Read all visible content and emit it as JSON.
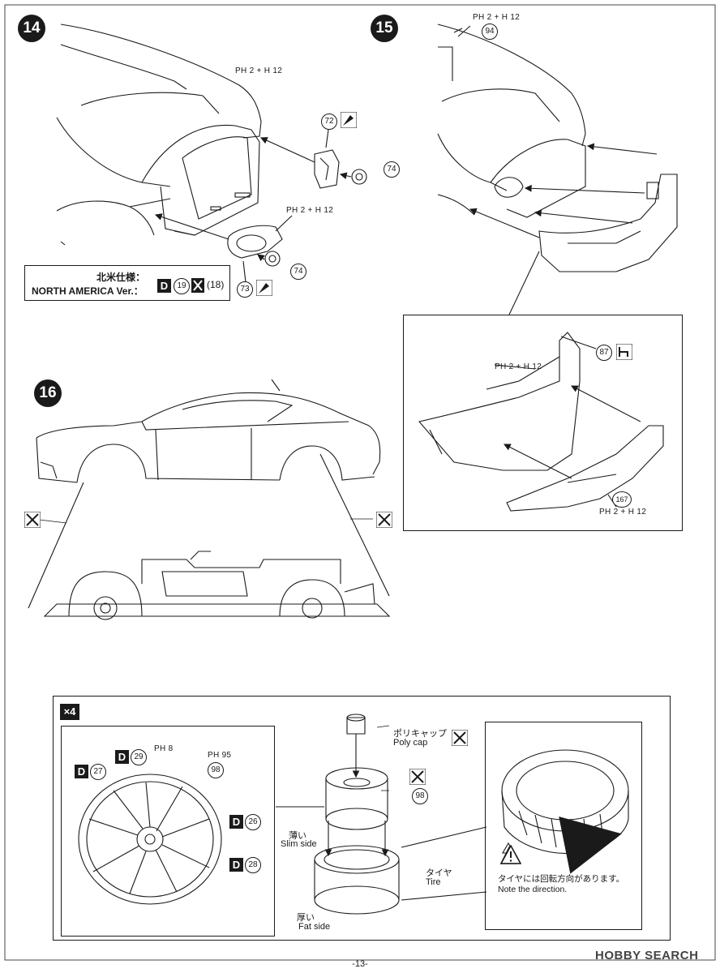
{
  "steps": [
    "14",
    "15",
    "16"
  ],
  "step14": {
    "paint_top": "PH 2 + H 12",
    "paint_mid": "PH 2 + H 12",
    "part_72": "72",
    "part_74a": "74",
    "part_74b": "74",
    "part_73": "73"
  },
  "north_america": {
    "label_jp": "北米仕様：",
    "label_en": "NORTH AMERICA Ver.：",
    "d_letter": "D",
    "part_a": "19",
    "part_b": "(18)"
  },
  "step15": {
    "paint_top": "PH 2 + H 12",
    "part_94": "94",
    "paint_bumper": "PH 2 + H 12",
    "part_87": "87",
    "part_167": "167",
    "paint_diffuser": "PH 2 + H 12"
  },
  "wheel": {
    "multiplier": "×4",
    "d_letter": "D",
    "part_27": "27",
    "part_29": "29",
    "part_26": "26",
    "part_28": "28",
    "paint_8": "PH 8",
    "paint_95": "PH 95",
    "part_98a": "98",
    "part_98b": "98",
    "polycap_jp": "ポリキャップ",
    "polycap_en": "Poly cap",
    "slim_jp": "薄い",
    "slim_en": "Slim side",
    "fat_jp": "厚い",
    "fat_en": "Fat side",
    "tire_jp": "タイヤ",
    "tire_en": "Tire",
    "direction_jp": "タイヤには回転方向があります。",
    "direction_en": "Note the direction."
  },
  "footer": {
    "page": "-13-",
    "watermark": "HOBBY SEARCH"
  },
  "colors": {
    "ink": "#1a1a1a",
    "paper": "#ffffff",
    "accent_arrow": "#3a3a3a"
  }
}
